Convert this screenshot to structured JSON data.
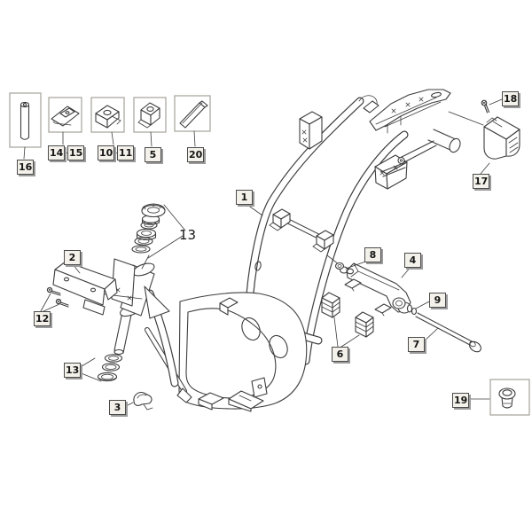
{
  "style": {
    "page_bg": "#ffffff",
    "line_color": "#3d3d3d",
    "part_box_border": "#a5a29a",
    "label_bg": "#f4f1ea",
    "label_border": "#4b4b4b",
    "label_shadow": "#9b9b9b",
    "label_text": "#151515"
  },
  "labels": {
    "l1": "1",
    "l2": "2",
    "l3": "3",
    "l4": "4",
    "l5": "5",
    "l6": "6",
    "l7": "7",
    "l8": "8",
    "l9": "9",
    "l10": "10",
    "l11": "11",
    "l12": "12",
    "l13_top": "13",
    "l13_bottom": "13",
    "l14": "14",
    "l15": "15",
    "l16": "16",
    "l17": "17",
    "l18": "18",
    "l19": "19",
    "l20": "20"
  }
}
